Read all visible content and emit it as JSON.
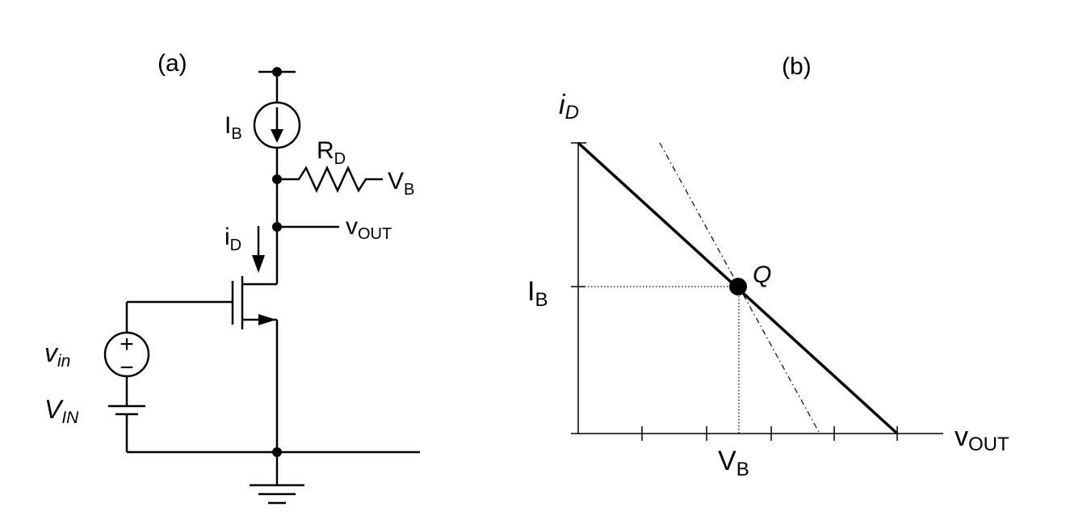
{
  "panel_a": {
    "label": "(a)",
    "current_source": {
      "name": "I",
      "sub": "B"
    },
    "resistor": {
      "name": "R",
      "sub": "D"
    },
    "bias_voltage": {
      "name": "V",
      "sub": "B"
    },
    "output": {
      "name": "v",
      "sub": "OUT"
    },
    "drain_current": {
      "name": "i",
      "sub": "D"
    },
    "ac_source": {
      "name": "v",
      "sub": "in",
      "plus": "+",
      "minus": "−"
    },
    "dc_source": {
      "name": "V",
      "sub": "IN"
    }
  },
  "panel_b": {
    "label": "(b)",
    "y_axis": {
      "name": "i",
      "sub": "D"
    },
    "x_axis": {
      "name": "v",
      "sub": "OUT"
    },
    "y_marker": {
      "name": "I",
      "sub": "B"
    },
    "x_marker": {
      "name": "V",
      "sub": "B"
    },
    "point": "Q"
  }
}
